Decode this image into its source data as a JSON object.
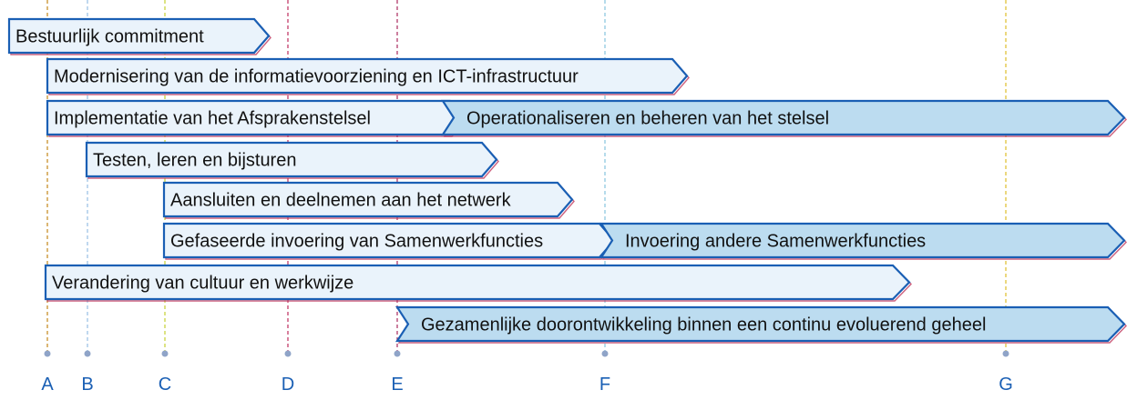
{
  "colors": {
    "bar_light_fill": "#eaf3fb",
    "bar_dark_fill": "#bcdcf0",
    "bar_border": "#1a5fb4",
    "bar_shadow": "#c03a5e",
    "milestone_dot": "#8fa4c8"
  },
  "milestones": [
    {
      "label": "A",
      "color": "#c8902a"
    },
    {
      "label": "B",
      "color": "#9ec3e6"
    },
    {
      "label": "C",
      "color": "#c9d441"
    },
    {
      "label": "D",
      "color": "#c43d6a"
    },
    {
      "label": "E",
      "color": "#b03a6a"
    },
    {
      "label": "F",
      "color": "#8ec8e0"
    },
    {
      "label": "G",
      "color": "#e0c43a"
    }
  ],
  "bars": [
    {
      "label": "Bestuurlijk commitment",
      "style": "light"
    },
    {
      "label": "Modernisering van de informatievoorziening en ICT-infrastructuur",
      "style": "light"
    },
    {
      "label": "Implementatie van het Afsprakenstelsel",
      "style": "light"
    },
    {
      "label": "Operationaliseren en beheren van het stelsel",
      "style": "dark"
    },
    {
      "label": "Testen, leren en bijsturen",
      "style": "light"
    },
    {
      "label": "Aansluiten en deelnemen aan het netwerk",
      "style": "light"
    },
    {
      "label": "Gefaseerde invoering van Samenwerkfuncties",
      "style": "light"
    },
    {
      "label": "Invoering andere Samenwerkfuncties",
      "style": "dark"
    },
    {
      "label": "Verandering van cultuur en werkwijze",
      "style": "light"
    },
    {
      "label": "Gezamenlijke doorontwikkeling binnen  een continu evoluerend geheel",
      "style": "dark"
    }
  ]
}
